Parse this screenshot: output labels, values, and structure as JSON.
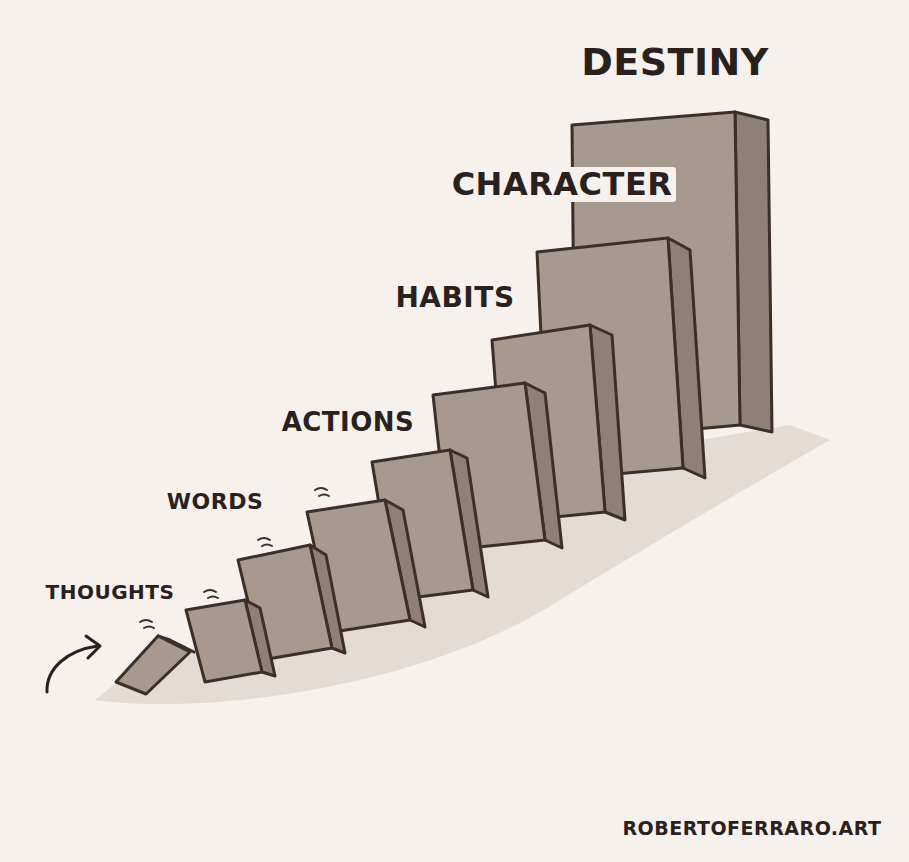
{
  "diagram": {
    "labels": [
      "THOUGHTS",
      "WORDS",
      "ACTIONS",
      "HABITS",
      "CHARACTER",
      "DESTINY",
      "ROBERTOFERRARO.ART"
    ]
  }
}
